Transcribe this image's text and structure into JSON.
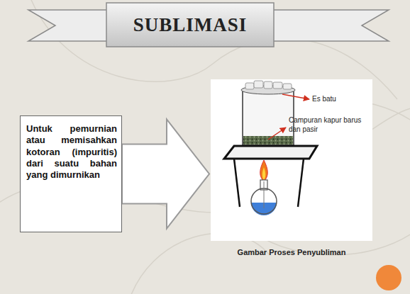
{
  "diagram": {
    "title": "SUBLIMASI",
    "caption": "Gambar Proses Penyubliman",
    "nodes": [
      {
        "text": [
          "Untuk pemurnian atau memisahkan kotoran (impuritis) dari suatu bahan yang dimurnikan"
        ]
      },
      {
        "text": [
          "Es batu",
          "Campuran kapur barus dan pasir"
        ]
      }
    ],
    "edges": [
      {
        "from": 0,
        "to": 1,
        "arrow": "to"
      }
    ]
  }
}
